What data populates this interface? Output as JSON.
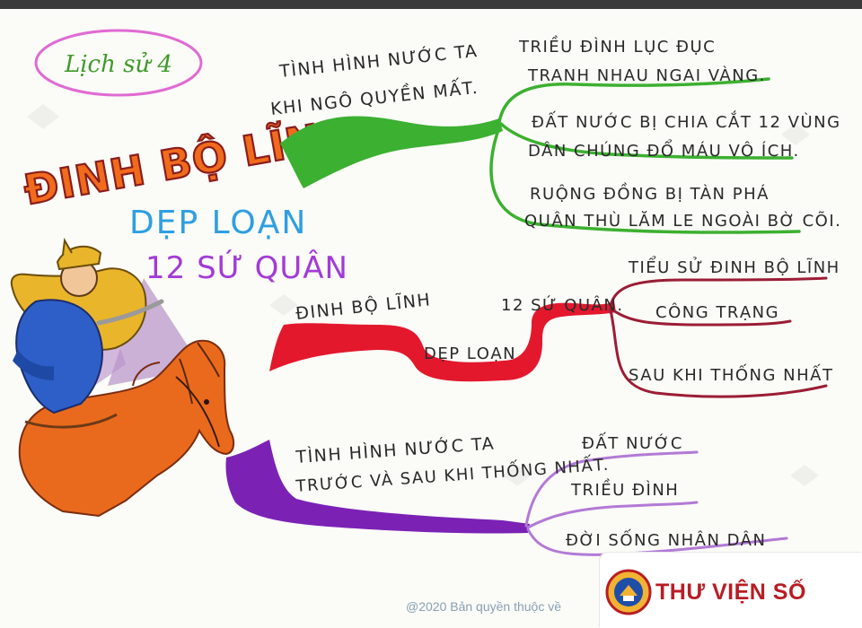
{
  "subject_badge": "Lịch sử 4",
  "title": {
    "line1": "ĐINH BỘ LĨNH",
    "line2": "DẸP LOẠN",
    "line3": "12 SỨ QUÂN"
  },
  "branches": [
    {
      "label_line1": "TÌNH HÌNH NƯỚC TA",
      "label_line2": "KHI NGÔ QUYỀN MẤT.",
      "color": "#3cb031",
      "children": [
        {
          "line1": "TRIỀU ĐÌNH LỤC ĐỤC",
          "line2": "TRANH NHAU NGAI VÀNG."
        },
        {
          "line1": "ĐẤT NƯỚC BỊ CHIA CẮT 12 VÙNG",
          "line2": "DÂN CHÚNG ĐỔ MÁU VÔ ÍCH."
        },
        {
          "line1": "RUỘNG ĐỒNG BỊ TÀN PHÁ",
          "line2": "QUÂN THÙ LĂM LE NGOÀI BỜ CÕI."
        }
      ]
    },
    {
      "label_line1": "ĐINH BỘ LĨNH",
      "label_mid": "DẸP LOẠN",
      "label_end": "12 SỨ QUÂN.",
      "color": "#e3182d",
      "sub_color": "#9b1d35",
      "children": [
        {
          "line1": "TIỂU SỬ ĐINH BỘ LĨNH"
        },
        {
          "line1": "CÔNG TRẠNG"
        },
        {
          "line1": "SAU KHI THỐNG NHẤT"
        }
      ]
    },
    {
      "label_line1": "TÌNH HÌNH NƯỚC TA",
      "label_line2": "TRƯỚC VÀ SAU KHI THỐNG NHẤT.",
      "color": "#7b22b5",
      "children": [
        {
          "line1": "ĐẤT NƯỚC"
        },
        {
          "line1": "TRIỀU ĐÌNH"
        },
        {
          "line1": "ĐỜI SỐNG NHÂN DÂN"
        }
      ]
    }
  ],
  "footer": {
    "copyright": "@2020 Bản quyền thuộc về",
    "brand": "THƯ VIỆN SỐ"
  },
  "colors": {
    "badge_outline": "#e06bd3",
    "badge_text": "#3f9a2a",
    "title_fill": "#f06b1c",
    "title_outline": "#8a1d1d",
    "subtitle_blue": "#2e9fe0",
    "subtitle_purple": "#a23bd6",
    "horse": "#ea6a1d",
    "rider_blue": "#2e5fc8",
    "rider_gold": "#e9b52a",
    "brand_red": "#b81d24"
  }
}
